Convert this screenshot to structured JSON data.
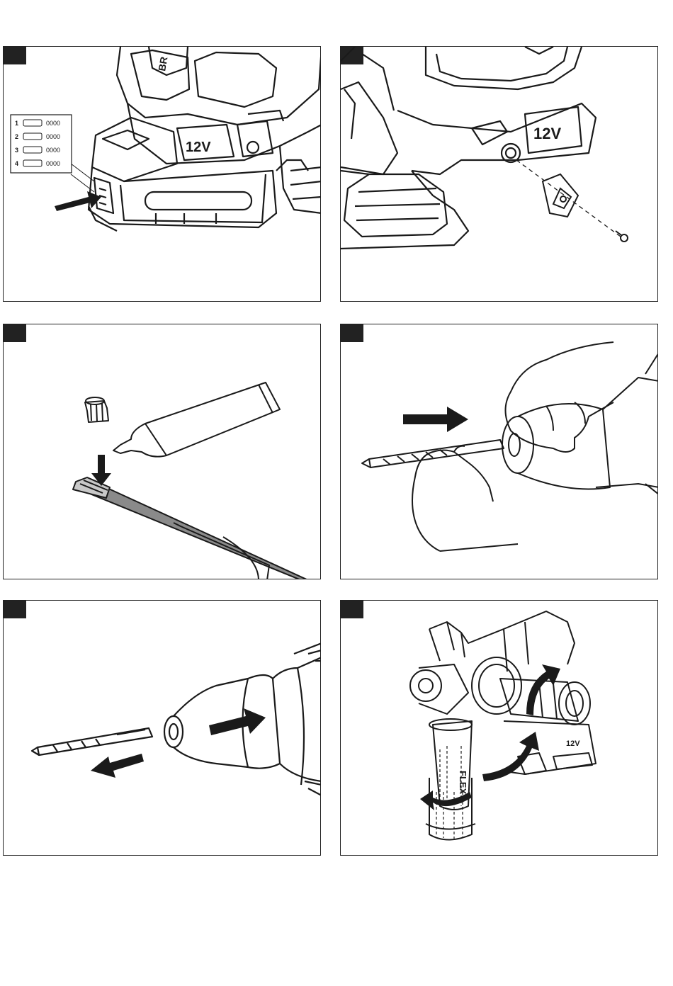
{
  "panels": [
    {
      "id": "battery-insert",
      "battery_label": "12V",
      "brand_label": "BR",
      "charge_levels": [
        {
          "number": "1",
          "bars": "0000"
        },
        {
          "number": "2",
          "bars": "0000"
        },
        {
          "number": "3",
          "bars": "0000"
        },
        {
          "number": "4",
          "bars": "0000"
        }
      ]
    },
    {
      "id": "belt-clip",
      "battery_label": "12V"
    },
    {
      "id": "grease-bit"
    },
    {
      "id": "insert-bit"
    },
    {
      "id": "remove-bit"
    },
    {
      "id": "side-handle",
      "brand_label": "FLEX",
      "battery_label": "12V"
    }
  ]
}
